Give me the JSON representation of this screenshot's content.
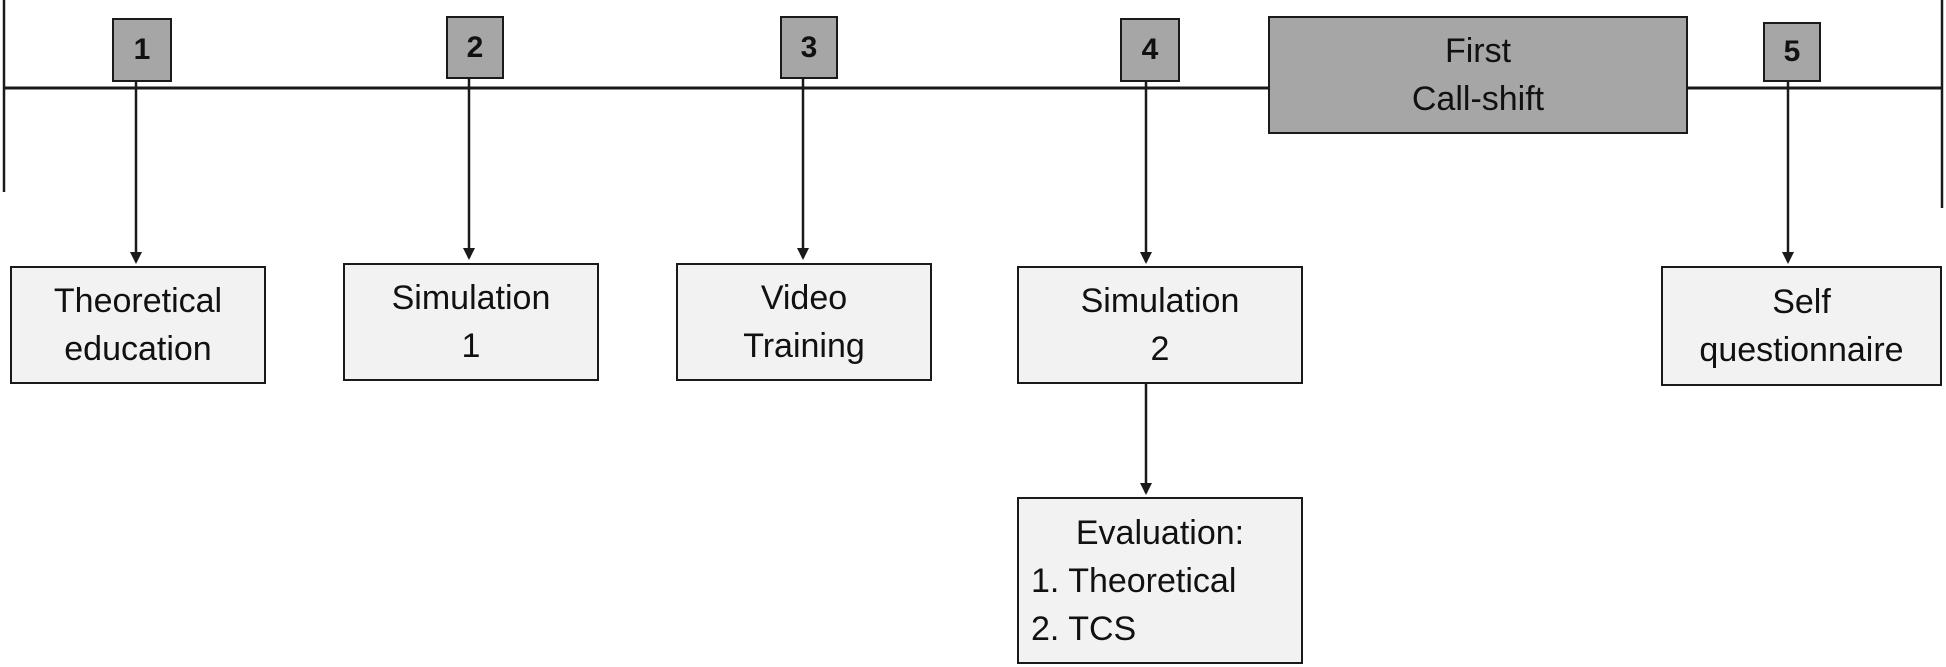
{
  "timeline": {
    "steps": [
      {
        "number": "1",
        "label_lines": [
          "Theoretical",
          "education"
        ]
      },
      {
        "number": "2",
        "label_lines": [
          "Simulation",
          "1"
        ]
      },
      {
        "number": "3",
        "label_lines": [
          "Video",
          "Training"
        ]
      },
      {
        "number": "4",
        "label_lines": [
          "Simulation",
          "2"
        ]
      },
      {
        "number": "5",
        "label_lines": [
          "Self",
          "questionnaire"
        ]
      }
    ],
    "call_shift_lines": [
      "First",
      "Call-shift"
    ],
    "evaluation": {
      "heading": "Evaluation:",
      "items": [
        "1. Theoretical",
        "2. TCS"
      ]
    }
  },
  "colors": {
    "line": "#1a1a1a",
    "step_fill": "#a6a6a6",
    "box_fill": "#f2f2f2",
    "call_shift_fill": "#a6a6a6"
  }
}
